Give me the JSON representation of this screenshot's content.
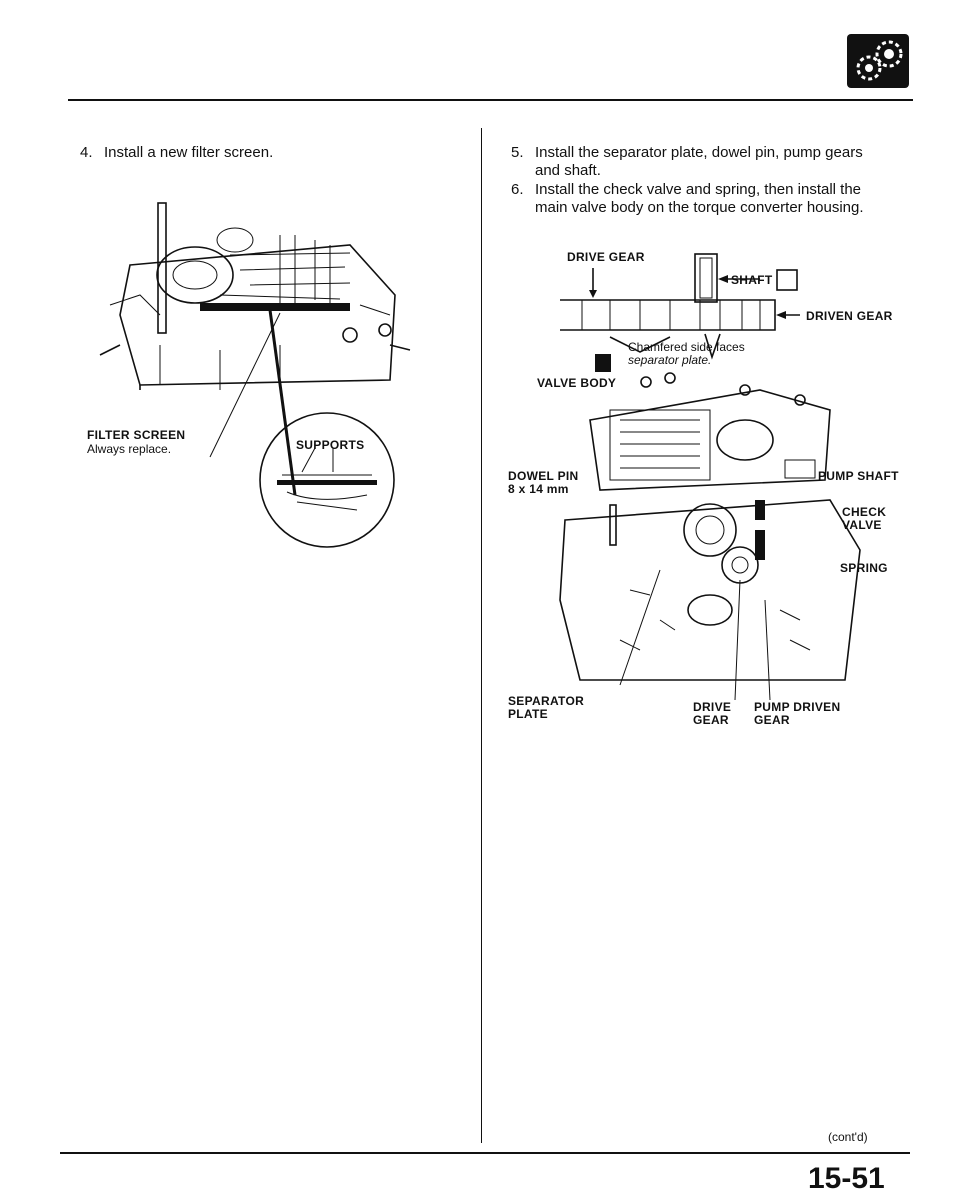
{
  "header": {
    "logo_icon": "gears-icon"
  },
  "steps": [
    {
      "num": "4.",
      "text": "Install a new filter screen."
    },
    {
      "num": "5.",
      "text": "Install the separator plate, dowel pin, pump gears"
    },
    {
      "num": "",
      "text": "and shaft."
    },
    {
      "num": "6.",
      "text": "Install the check valve and spring, then install the"
    },
    {
      "num": "",
      "text": "main valve body on the torque converter housing."
    }
  ],
  "left_figure": {
    "callout": "FILTER SCREEN",
    "callout_note": "Always replace.",
    "inset_label": "SUPPORTS"
  },
  "gear_detail": {
    "drive_gear": "DRIVE GEAR",
    "shaft": "SHAFT",
    "driven_gear": "DRIVEN GEAR",
    "chamfer_note_1": "Chamfered side faces",
    "chamfer_note_2": "separator plate.",
    "atf_icon": "atf-marker-icon"
  },
  "right_figure": {
    "valve_body": "VALVE BODY",
    "dowel_pin": "DOWEL PIN",
    "dowel_size": "8 x 14 mm",
    "pump_shaft": "PUMP SHAFT",
    "check": "CHECK",
    "valve": "VALVE",
    "spring": "SPRING",
    "separator": "SEPARATOR",
    "plate": "PLATE",
    "drive": "DRIVE",
    "gear_a": "GEAR",
    "pump_driven": "PUMP DRIVEN",
    "gear_b": "GEAR"
  },
  "footer": {
    "contd": "(cont'd)",
    "page_number": "15-51"
  }
}
